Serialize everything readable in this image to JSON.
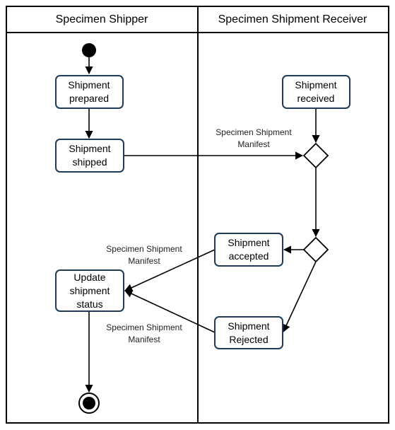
{
  "lanes": {
    "left_title": "Specimen Shipper",
    "right_title": "Specimen Shipment Receiver"
  },
  "nodes": {
    "prepared": [
      "Shipment",
      "prepared"
    ],
    "shipped": [
      "Shipment",
      "shipped"
    ],
    "update": [
      "Update",
      "shipment",
      "status"
    ],
    "received": [
      "Shipment",
      "received"
    ],
    "accepted": [
      "Shipment",
      "accepted"
    ],
    "rejected": [
      "Shipment",
      "Rejected"
    ]
  },
  "edge_labels": {
    "manifest_to_receiver": [
      "Specimen Shipment",
      "Manifest"
    ],
    "manifest_from_accepted": [
      "Specimen Shipment",
      "Manifest"
    ],
    "manifest_from_rejected": [
      "Specimen Shipment",
      "Manifest"
    ]
  },
  "colors": {
    "node_border": "#1f3b57",
    "line": "#000000"
  }
}
